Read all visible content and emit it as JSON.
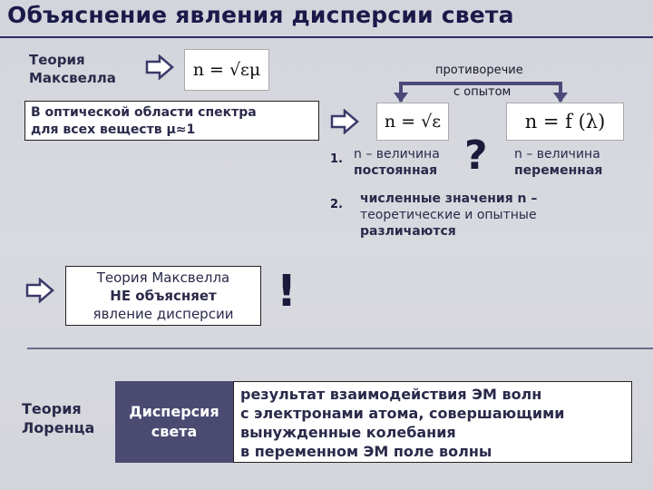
{
  "title": "Объяснение явления дисперсии света",
  "maxwell": {
    "label_line1": "Теория",
    "label_line2": "Максвелла",
    "formula": "n = √εμ"
  },
  "contradiction": {
    "line1": "противоречие",
    "line2": "с опытом"
  },
  "optical_box": {
    "line1": "В оптической области спектра",
    "line2": "для всех веществ μ≈1"
  },
  "formula_left": "n = √ε",
  "formula_right": "n = f (λ)",
  "point1": {
    "number": "1.",
    "left_line1": "n – величина",
    "left_line2": "постоянная",
    "right_line1": "n – величина",
    "right_line2": "переменная",
    "qmark": "?"
  },
  "point2": {
    "number": "2.",
    "line1": "численные значения n –",
    "line2": "теоретические и опытные",
    "line3": "различаются"
  },
  "conclusion": {
    "line1": "Теория Максвелла",
    "line2": "НЕ объясняет",
    "line3": "явление дисперсии",
    "excl": "!"
  },
  "lorentz": {
    "label_line1": "Теория",
    "label_line2": "Лоренца",
    "term_line1": "Дисперсия",
    "term_line2": "света",
    "def_line1": "результат взаимодействия ЭМ волн",
    "def_line2": "с электронами атома, совершающими",
    "def_line3": "вынужденные колебания",
    "def_line4": "в переменном ЭМ поле волны"
  },
  "colors": {
    "accent": "#4a4a7a",
    "title": "#1a1a4a"
  },
  "icons": [
    "outline-arrow-right-icon",
    "bracket-arrow-icon"
  ]
}
